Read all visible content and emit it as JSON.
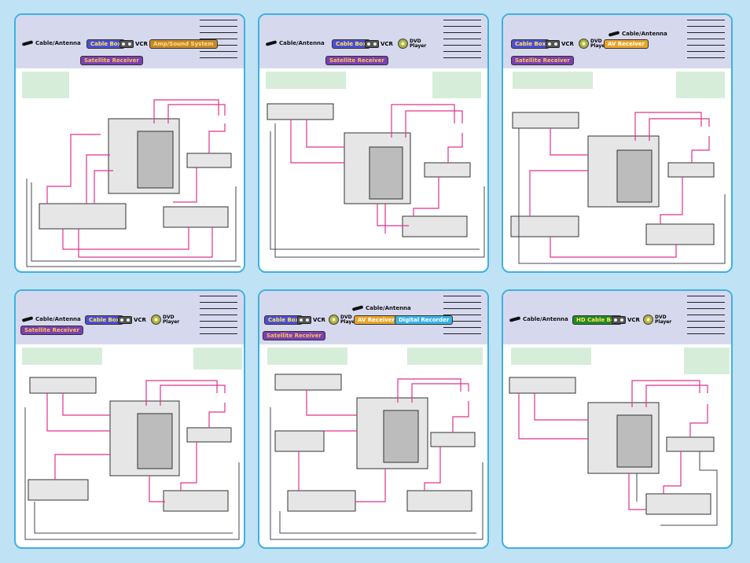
{
  "labels": {
    "cable_antenna": "Cable/Antenna",
    "cable_box": "Cable Box",
    "vcr": "VCR",
    "satellite_receiver": "Satellite Receiver",
    "sound_system": "Amp/Sound System",
    "dvd_top": "DVD",
    "dvd_bottom": "Player",
    "av_receiver": "AV Receiver",
    "digital_recorder": "Digital Recorder",
    "hd_cable_box": "HD Cable Box"
  },
  "colors": {
    "panel_border": "#3fb0e3",
    "header_bg": "#d6d9ee",
    "note_box": "#d6edda",
    "wire": "#e0338f",
    "background": "#bfe3f4"
  },
  "panels": [
    {
      "items": [
        "cable_antenna",
        "cable_box",
        "vcr",
        "sound_system",
        "satellite_receiver"
      ]
    },
    {
      "items": [
        "cable_antenna",
        "cable_box",
        "vcr",
        "dvd",
        "satellite_receiver"
      ]
    },
    {
      "items": [
        "cable_antenna",
        "cable_box",
        "vcr",
        "dvd",
        "av_receiver",
        "satellite_receiver"
      ]
    },
    {
      "items": [
        "cable_antenna",
        "cable_box",
        "vcr",
        "dvd",
        "satellite_receiver"
      ]
    },
    {
      "items": [
        "cable_antenna",
        "cable_box",
        "vcr",
        "dvd",
        "av_receiver",
        "digital_recorder",
        "satellite_receiver"
      ]
    },
    {
      "items": [
        "cable_antenna",
        "hd_cable_box",
        "vcr",
        "dvd"
      ]
    }
  ]
}
